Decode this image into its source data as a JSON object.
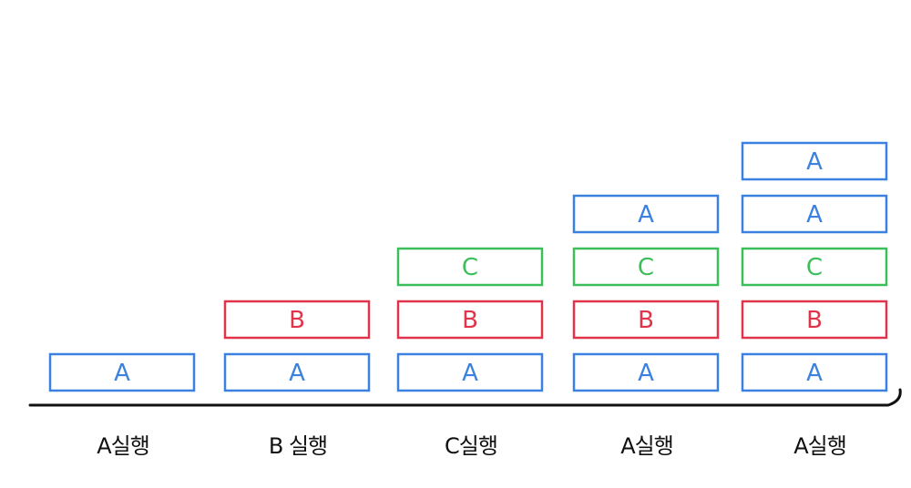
{
  "diagram": {
    "colors": {
      "A": "#3b82e0",
      "B": "#e0344a",
      "C": "#3cbf5a",
      "axis": "#111111",
      "label": "#111111"
    },
    "frames": [
      {
        "label": "A실행",
        "stack": [
          "A"
        ]
      },
      {
        "label": "B 실행",
        "stack": [
          "A",
          "B"
        ]
      },
      {
        "label": "C실행",
        "stack": [
          "A",
          "B",
          "C"
        ]
      },
      {
        "label": "A실행",
        "stack": [
          "A",
          "B",
          "C",
          "A"
        ]
      },
      {
        "label": "A실행",
        "stack": [
          "A",
          "B",
          "C",
          "A",
          "A"
        ]
      }
    ]
  }
}
